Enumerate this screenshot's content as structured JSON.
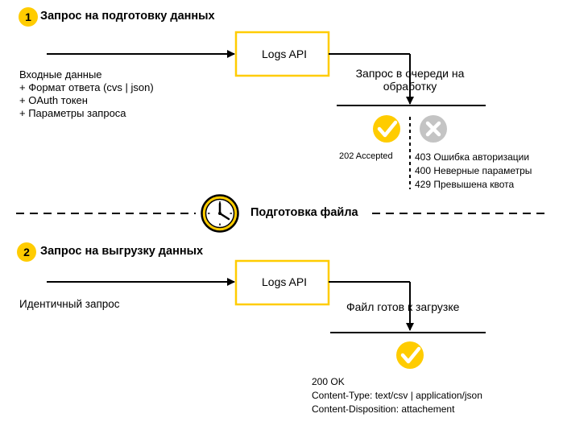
{
  "step1": {
    "number": "1",
    "title": "Запрос на подготовку данных",
    "box_label": "Logs API",
    "input_lines": [
      "Входные данные",
      "+ Формат ответа (cvs | json)",
      "+ OAuth токен",
      "+ Параметры запроса"
    ],
    "queue_label_lines": [
      "Запрос в очереди на",
      "обработку"
    ],
    "success_label": "202 Accepted",
    "error_lines": [
      "403 Ошибка авторизации",
      "400 Неверные параметры",
      "429 Превышена квота"
    ]
  },
  "separator": {
    "label": "Подготовка файла"
  },
  "step2": {
    "number": "2",
    "title": "Запрос на выгрузку данных",
    "box_label": "Logs API",
    "input_label": "Идентичный запрос",
    "ready_label": "Файл готов к загрузке",
    "response_lines": [
      "200 OK",
      "Content-Type: text/csv | application/json",
      "Content-Disposition: attachement"
    ]
  },
  "colors": {
    "accent_yellow": "#FFCC00",
    "error_gray": "#C4C4C4",
    "line": "#000000"
  }
}
